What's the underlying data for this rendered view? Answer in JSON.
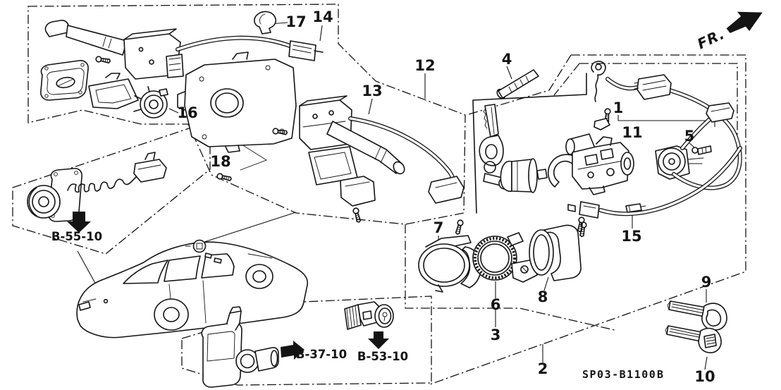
{
  "diagram": {
    "plate_code": "SP03-B1100",
    "plate_code_suffix": "B",
    "front_label": "FR."
  },
  "parts": {
    "n1": "1",
    "n2": "2",
    "n3": "3",
    "n4": "4",
    "n5": "5",
    "n6": "6",
    "n7": "7",
    "n8": "8",
    "n9": "9",
    "n10": "10",
    "n11": "11",
    "n12": "12",
    "n13": "13",
    "n14": "14",
    "n15": "15",
    "n16": "16",
    "n17": "17",
    "n18": "18"
  },
  "ref_codes": {
    "b55": "B-55-10",
    "b37": "B-37-10",
    "b53": "B-53-10"
  }
}
